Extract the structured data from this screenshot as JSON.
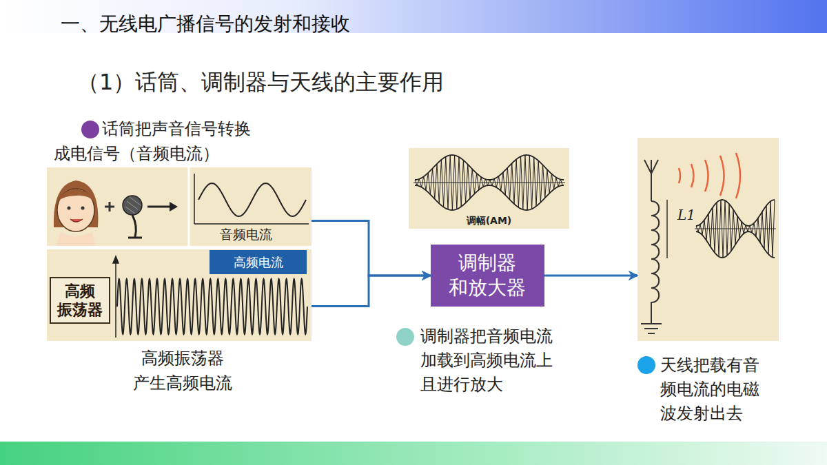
{
  "diagram": {
    "title": "一、无线电广播信号的发射和接收",
    "nodes": [
      {
        "text": [
          "话筒把声音信号转换 成电信号（音频电流）",
          "音频电流"
        ]
      },
      {
        "text": [
          "高频振荡器 产生高频电流"
        ]
      },
      {
        "text": [
          "高频 振荡器"
        ],
        "in": 1
      },
      {
        "text": [
          "高频电流"
        ],
        "in": 1
      },
      {
        "text": [
          "调幅(AM)"
        ]
      },
      {
        "text": [
          "调制器 和放大器",
          "调制器把音频电流 加载到高频电流上 且进行放大"
        ]
      },
      {
        "text": [
          "L1",
          "天线把载有音 频电流的电磁 波发射出去"
        ]
      }
    ],
    "edges": [
      {
        "from": 0,
        "to": 5,
        "arrow": "to"
      },
      {
        "from": 1,
        "to": 5,
        "arrow": "to"
      },
      {
        "from": 5,
        "to": 6,
        "arrow": "to"
      }
    ],
    "labels": [
      "（1）话筒、调制器与天线的主要作用"
    ]
  }
}
